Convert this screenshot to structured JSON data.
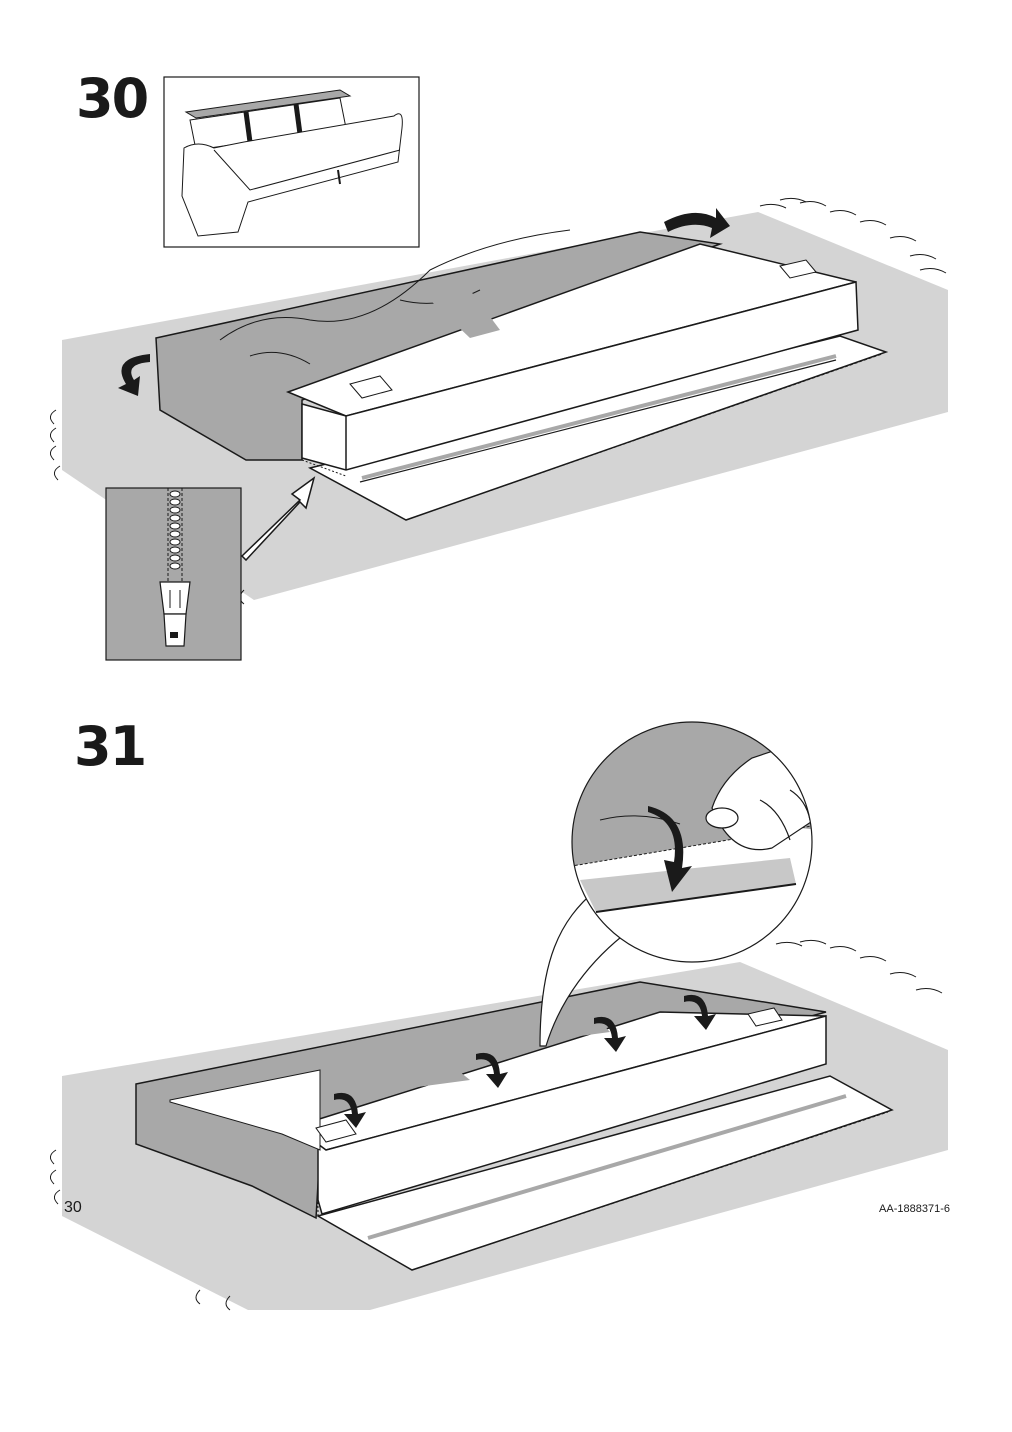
{
  "steps": [
    {
      "number": "30"
    },
    {
      "number": "31"
    }
  ],
  "footer": {
    "page_number": "30",
    "doc_code": "AA-1888371-6"
  },
  "colors": {
    "rug": "#d4d4d4",
    "fabric": "#a8a8a8",
    "line": "#1a1a1a",
    "foam": "#ffffff"
  },
  "icons": [
    "sofa-thumbnail-icon",
    "zipper-detail-icon",
    "arrow-icon",
    "magnifier-detail-icon",
    "hand-icon"
  ]
}
